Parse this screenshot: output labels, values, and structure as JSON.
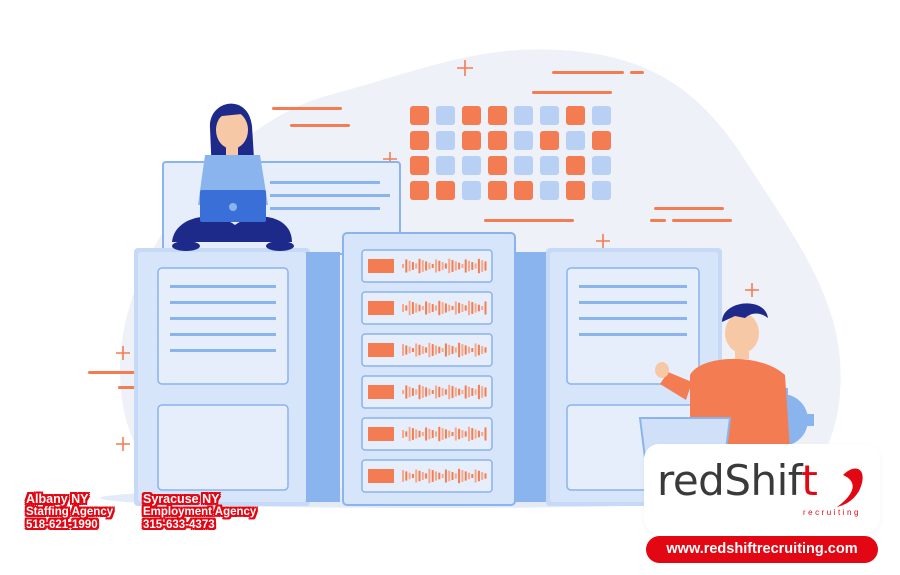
{
  "colors": {
    "brand_red": "#e30613",
    "illustration_orange": "#f47c52",
    "illustration_blue": "#8ab4ee",
    "panel_light": "#dbe8fb",
    "background_blob": "#eef1f8"
  },
  "offices": [
    {
      "city": "Albany NY",
      "label": "Staffing Agency",
      "phone": "518-621-1990"
    },
    {
      "city": "Syracuse NY",
      "label": "Employment Agency",
      "phone": "315-633-4373"
    }
  ],
  "logo": {
    "word_start": "redShif",
    "word_end": "t",
    "subtitle": "recruiting"
  },
  "website": "www.redshiftrecruiting.com",
  "icons": [
    "plus-sparkle-icon",
    "swoosh-icon",
    "laptop-icon"
  ]
}
